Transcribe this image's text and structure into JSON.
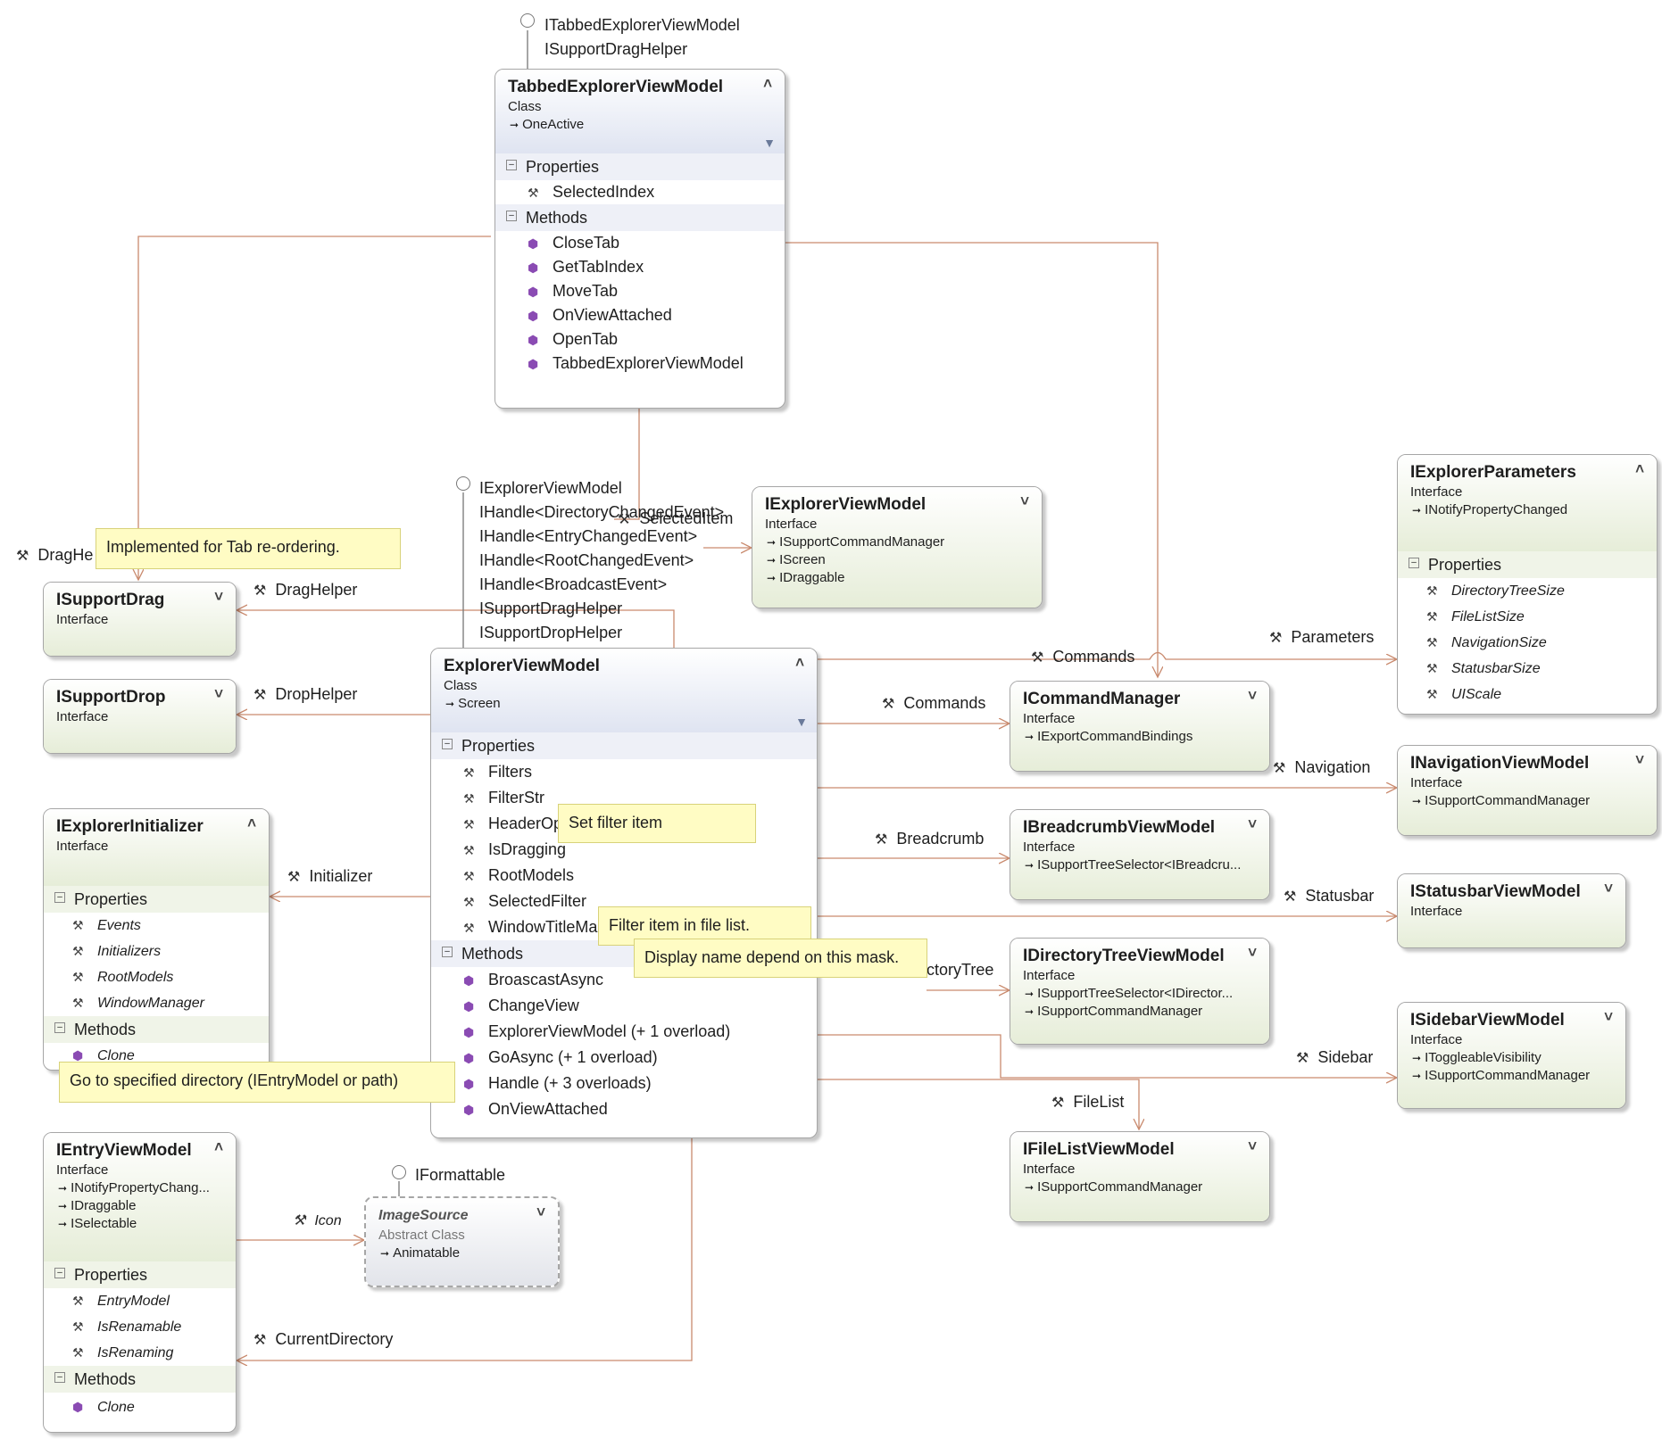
{
  "colors": {
    "connector": "#c98a6e",
    "class_header": "#dfe4f1",
    "interface_header": "#e6edd8",
    "note_background": "#fffcc4",
    "method_icon": "#8a4bb3"
  },
  "icons": {
    "property": "wrench-icon",
    "method": "method-cube-icon",
    "inherits": "arrow-right-icon",
    "collapse": "chevron-up-icon",
    "expand": "chevron-down-icon",
    "filter": "filter-icon",
    "lollipop": "interface-lollipop-icon"
  },
  "tabbed": {
    "name": "TabbedExplorerViewModel",
    "kind": "Class",
    "base": "OneActive",
    "properties_label": "Properties",
    "properties": [
      "SelectedIndex"
    ],
    "methods_label": "Methods",
    "methods": [
      "CloseTab",
      "GetTabIndex",
      "MoveTab",
      "OnViewAttached",
      "OpenTab",
      "TabbedExplorerViewModel"
    ]
  },
  "tabbed_lollipop": [
    "ITabbedExplorerViewModel",
    "ISupportDragHelper"
  ],
  "explorer": {
    "name": "ExplorerViewModel",
    "kind": "Class",
    "base": "Screen",
    "properties_label": "Properties",
    "properties": [
      "Filters",
      "FilterStr",
      "HeaderOp",
      "IsDragging",
      "RootModels",
      "SelectedFilter",
      "WindowTitleMa"
    ],
    "methods_label": "Methods",
    "methods": [
      "BroascastAsync",
      "ChangeView",
      "ExplorerViewModel (+ 1 overload)",
      "GoAsync (+ 1 overload)",
      "Handle (+ 3 overloads)",
      "OnViewAttached"
    ]
  },
  "explorer_lollipop": [
    "IExplorerViewModel",
    "IHandle<DirectoryChangedEvent>",
    "IHandle<EntryChangedEvent>",
    "IHandle<RootChangedEvent>",
    "IHandle<BroadcastEvent>",
    "ISupportDragHelper",
    "ISupportDropHelper"
  ],
  "iexplorervm": {
    "name": "IExplorerViewModel",
    "kind": "Interface",
    "bases": [
      "ISupportCommandManager",
      "IScreen",
      "IDraggable"
    ]
  },
  "isupportdrag": {
    "name": "ISupportDrag",
    "kind": "Interface"
  },
  "isupportdrop": {
    "name": "ISupportDrop",
    "kind": "Interface"
  },
  "iexplorerinit": {
    "name": "IExplorerInitializer",
    "kind": "Interface",
    "properties_label": "Properties",
    "properties": [
      "Events",
      "Initializers",
      "RootModels",
      "WindowManager"
    ],
    "methods_label": "Methods",
    "methods": [
      "Clone"
    ]
  },
  "ientryvm": {
    "name": "IEntryViewModel",
    "kind": "Interface",
    "bases": [
      "INotifyPropertyChang...",
      "IDraggable",
      "ISelectable"
    ],
    "properties_label": "Properties",
    "properties": [
      "EntryModel",
      "IsRenamable",
      "IsRenaming"
    ],
    "methods_label": "Methods",
    "methods": [
      "Clone"
    ]
  },
  "imagesource": {
    "name": "ImageSource",
    "kind": "Abstract Class",
    "base": "Animatable",
    "lollipop": "IFormattable"
  },
  "iexplorerparams": {
    "name": "IExplorerParameters",
    "kind": "Interface",
    "base": "INotifyPropertyChanged",
    "properties_label": "Properties",
    "properties": [
      "DirectoryTreeSize",
      "FileListSize",
      "NavigationSize",
      "StatusbarSize",
      "UIScale"
    ]
  },
  "icommandmgr": {
    "name": "ICommandManager",
    "kind": "Interface",
    "base": "IExportCommandBindings"
  },
  "inavvm": {
    "name": "INavigationViewModel",
    "kind": "Interface",
    "base": "ISupportCommandManager"
  },
  "ibreadcrumbvm": {
    "name": "IBreadcrumbViewModel",
    "kind": "Interface",
    "base": "ISupportTreeSelector<IBreadcru..."
  },
  "istatusbarvm": {
    "name": "IStatusbarViewModel",
    "kind": "Interface"
  },
  "idirtreevm": {
    "name": "IDirectoryTreeViewModel",
    "kind": "Interface",
    "bases": [
      "ISupportTreeSelector<IDirector...",
      "ISupportCommandManager"
    ]
  },
  "isidebarvm": {
    "name": "ISidebarViewModel",
    "kind": "Interface",
    "bases": [
      "IToggleableVisibility",
      "ISupportCommandManager"
    ]
  },
  "ifilelistvm": {
    "name": "IFileListViewModel",
    "kind": "Interface",
    "base": "ISupportCommandManager"
  },
  "assoc": {
    "drag_helper_left": "DragHe",
    "drag_helper": "DragHelper",
    "drop_helper": "DropHelper",
    "initializer": "Initializer",
    "icon": "Icon",
    "current_directory": "CurrentDirectory",
    "selected_item": "SelectedItem",
    "commands_top": "Commands",
    "parameters": "Parameters",
    "commands": "Commands",
    "navigation": "Navigation",
    "breadcrumb": "Breadcrumb",
    "statusbar": "Statusbar",
    "directory_tree": "ctoryTree",
    "sidebar": "Sidebar",
    "file_list": "FileList"
  },
  "notes": {
    "tab_reordering": "Implemented for Tab re-ordering.",
    "set_filter": "Set filter item",
    "filter_item": "Filter item in file list.",
    "display_name": "Display name depend on this mask.",
    "go_to_directory": "Go to specified directory (IEntryModel or path)"
  }
}
